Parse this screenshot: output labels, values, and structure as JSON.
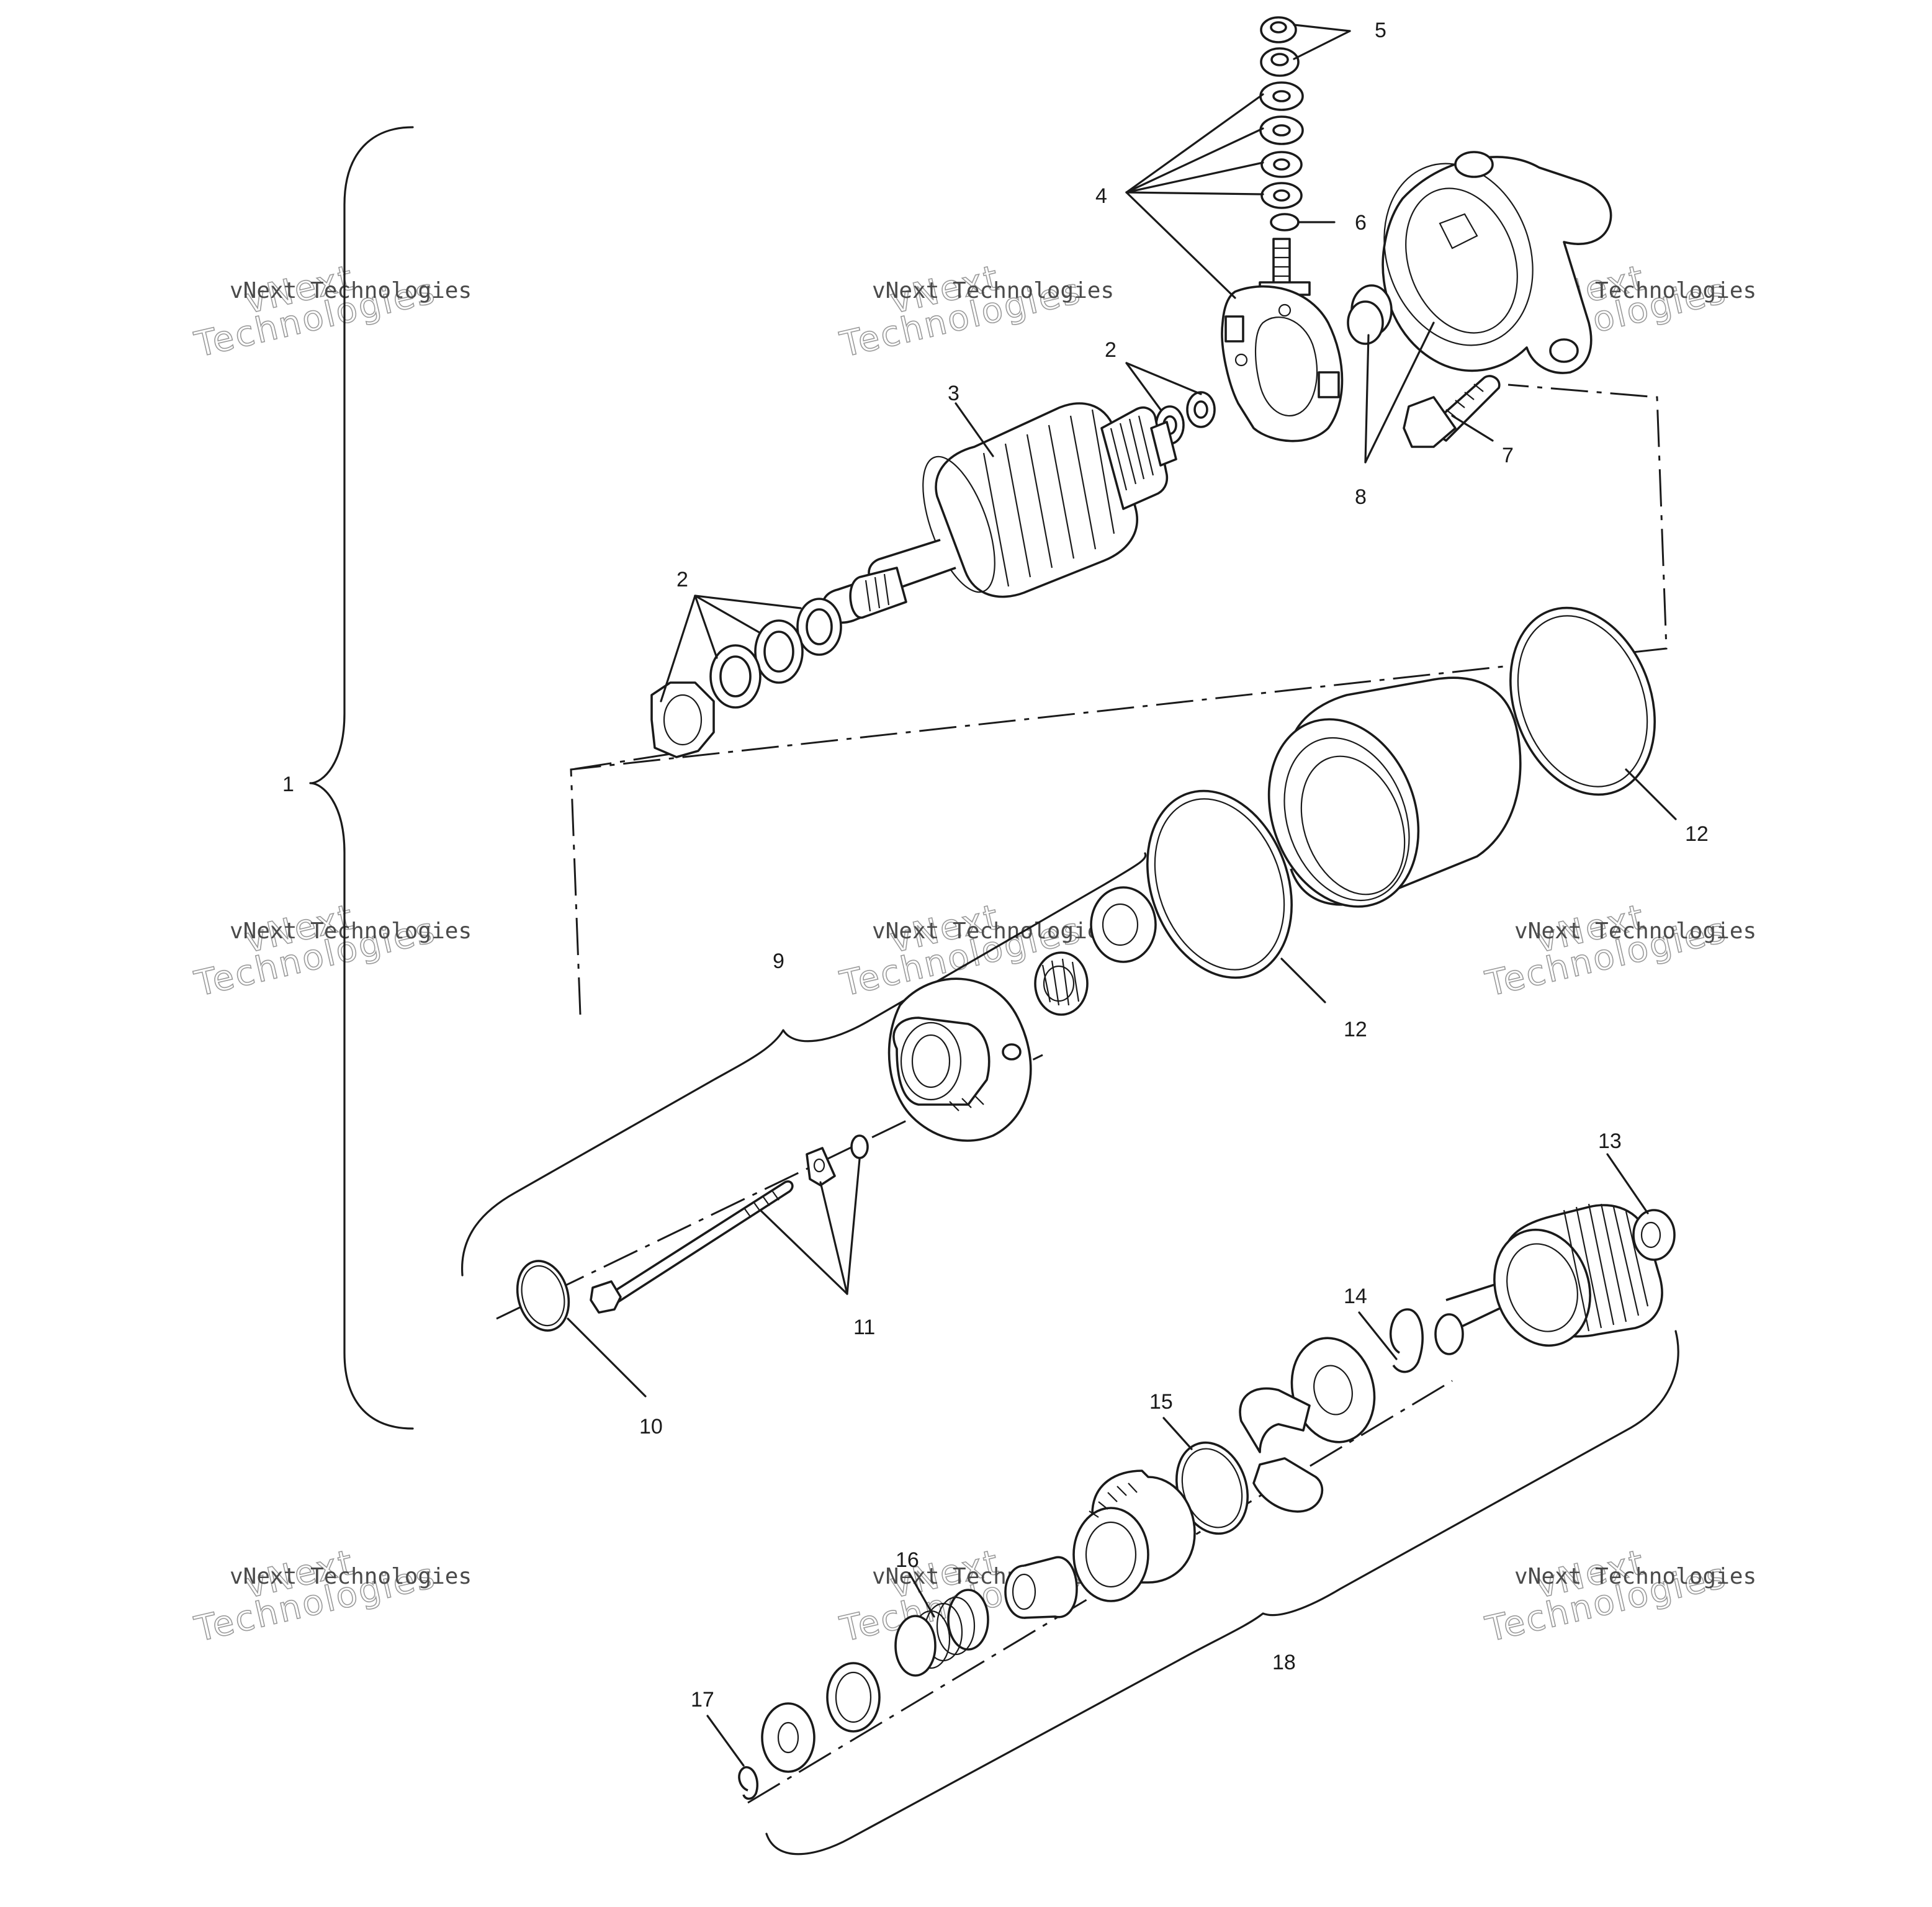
{
  "diagram": {
    "callouts": {
      "c1": "1",
      "c2a": "2",
      "c2b": "2",
      "c3": "3",
      "c4": "4",
      "c5": "5",
      "c6": "6",
      "c7": "7",
      "c8": "8",
      "c9": "9",
      "c10": "10",
      "c11": "11",
      "c12a": "12",
      "c12b": "12",
      "c13": "13",
      "c14": "14",
      "c15": "15",
      "c16": "16",
      "c17": "17",
      "c18": "18"
    },
    "watermark": {
      "brand_small": "vNext Technologies",
      "brand_large_1": "vNext",
      "brand_large_2": "Technologies"
    }
  }
}
